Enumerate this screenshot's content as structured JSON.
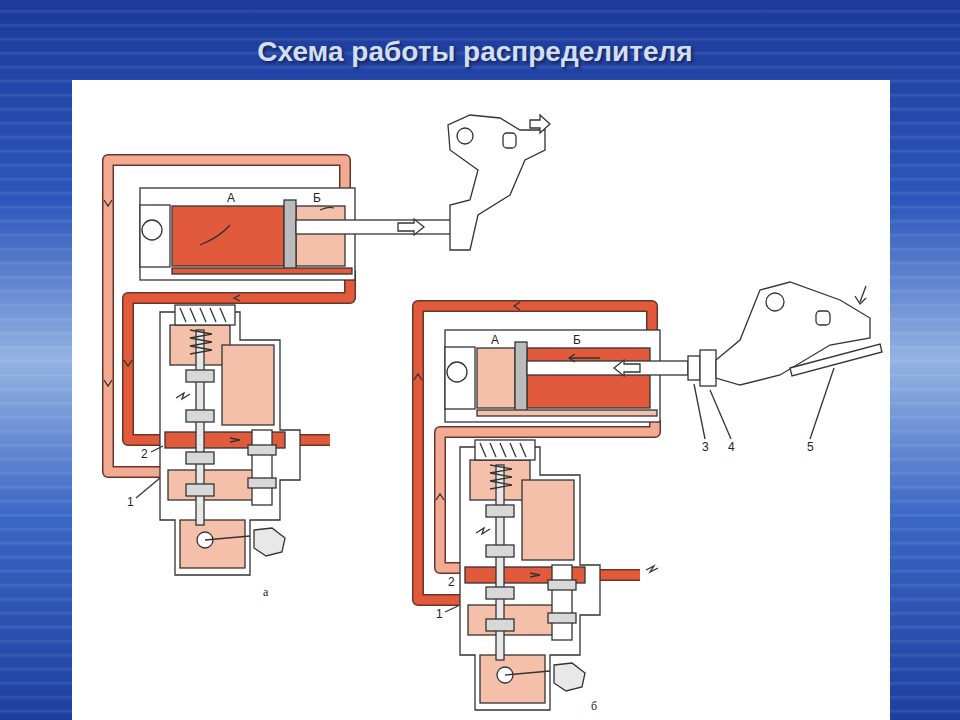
{
  "diagram": {
    "title": "Схема работы распределителя",
    "labels": [
      "А",
      "Б",
      "2",
      "1",
      "а",
      "А",
      "Б",
      "3",
      "4",
      "5",
      "2",
      "1",
      "б"
    ]
  }
}
